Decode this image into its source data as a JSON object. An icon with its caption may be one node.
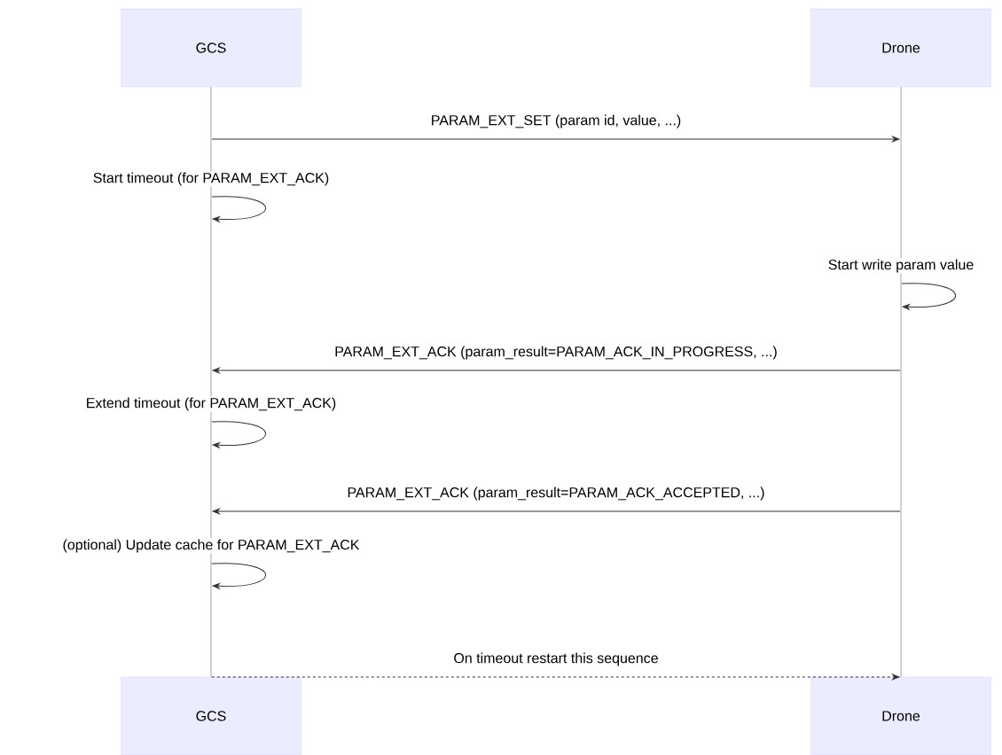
{
  "diagram": {
    "nodes": [
      {
        "text": [
          "GCS"
        ]
      },
      {
        "text": [
          "Drone"
        ]
      },
      {
        "text": [
          "GCS"
        ]
      },
      {
        "text": [
          "Drone"
        ]
      },
      {
        "text": [],
        "shape": "bar"
      },
      {
        "text": [],
        "shape": "bar"
      }
    ],
    "edges": [
      {
        "from": 4,
        "to": 5,
        "arrow": "to",
        "label": "PARAM_EXT_SET (param id, value, ...)"
      },
      {
        "from": 4,
        "to": 4,
        "arrow": "to",
        "label": "Start timeout (for PARAM_EXT_ACK)"
      },
      {
        "from": 5,
        "to": 5,
        "arrow": "to",
        "label": "Start write param value"
      },
      {
        "from": 5,
        "to": 4,
        "arrow": "to",
        "label": "PARAM_EXT_ACK (param_result=PARAM_ACK_IN_PROGRESS, ...)"
      },
      {
        "from": 4,
        "to": 4,
        "arrow": "to",
        "label": "Extend timeout (for PARAM_EXT_ACK)"
      },
      {
        "from": 5,
        "to": 4,
        "arrow": "to",
        "label": "PARAM_EXT_ACK (param_result=PARAM_ACK_ACCEPTED, ...)"
      },
      {
        "from": 4,
        "to": 4,
        "arrow": "to",
        "label": "(optional) Update cache for PARAM_EXT_ACK"
      },
      {
        "from": 4,
        "to": 5,
        "arrow": "to",
        "label": "On timeout restart this sequence",
        "style": "dashed"
      }
    ]
  }
}
